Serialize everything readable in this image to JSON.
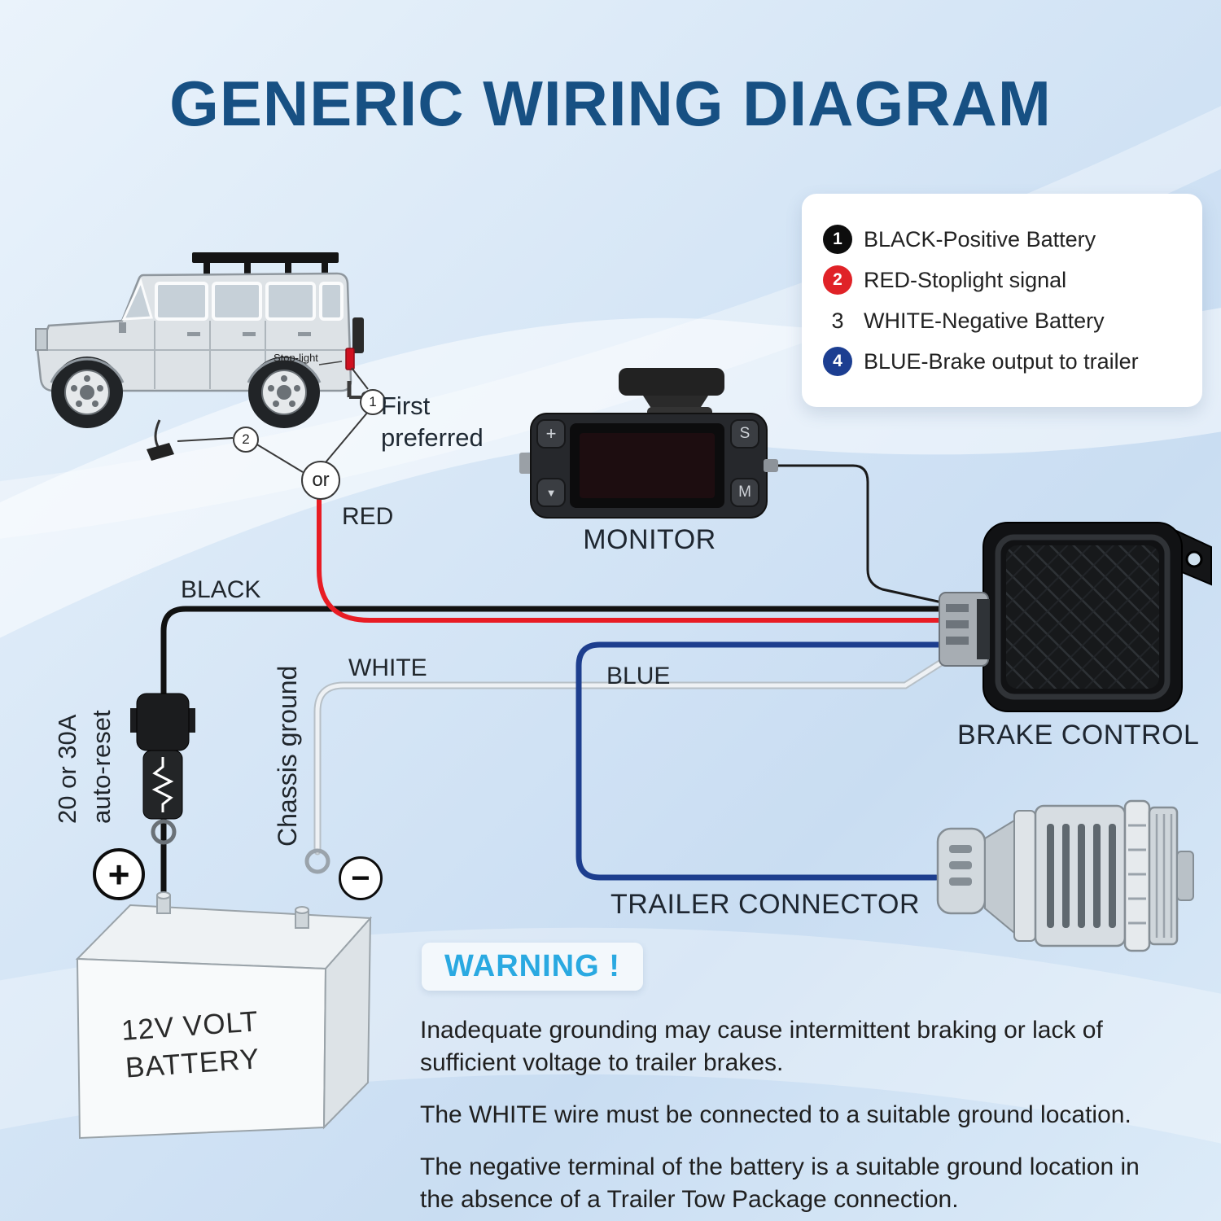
{
  "title": "GENERIC WIRING DIAGRAM",
  "legend": {
    "items": [
      {
        "num": "1",
        "label": "BLACK-Positive Battery"
      },
      {
        "num": "2",
        "label": "RED-Stoplight signal"
      },
      {
        "num": "3",
        "label": "WHITE-Negative Battery"
      },
      {
        "num": "4",
        "label": "BLUE-Brake output to trailer"
      }
    ]
  },
  "callouts": {
    "c1": "1",
    "c2": "2",
    "or_label": "or",
    "first_preferred": "First preferred"
  },
  "wires": {
    "red": "RED",
    "black": "BLACK",
    "white": "WHITE",
    "blue": "BLUE"
  },
  "annotations": {
    "fuse_line1": "20 or 30A",
    "fuse_line2": "auto-reset",
    "chassis_ground": "Chassis ground",
    "stop_light": "Stop-light",
    "plus": "+",
    "minus": "−"
  },
  "components": {
    "monitor": "MONITOR",
    "brake_control": "BRAKE CONTROL",
    "trailer_connector": "TRAILER CONNECTOR",
    "battery_line1": "12V VOLT",
    "battery_line2": "BATTERY"
  },
  "monitor_buttons": {
    "plus": "+",
    "down": "▼",
    "s": "S",
    "m": "M"
  },
  "warning": {
    "badge": "WARNING !",
    "paragraphs": [
      "Inadequate grounding may cause intermittent braking or lack of sufficient voltage to trailer brakes.",
      "The WHITE wire must be connected to a suitable ground location.",
      "The negative terminal of the battery is a suitable ground location in the absence of a Trailer Tow Package connection."
    ]
  },
  "colors": {
    "title": "#175083",
    "red_wire": "#e81c24",
    "black_wire": "#111111",
    "white_wire": "#eef1f4",
    "blue_wire": "#1d3e8e",
    "warning_accent": "#2aa9e1"
  }
}
